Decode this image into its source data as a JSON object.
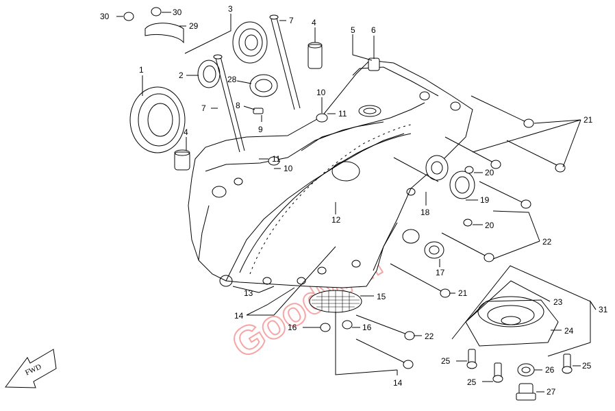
{
  "diagram": {
    "watermark_text": "Goodwill",
    "direction_arrow_text": "FWD",
    "callouts": [
      {
        "id": "c30a",
        "text": "30"
      },
      {
        "id": "c30b",
        "text": "30"
      },
      {
        "id": "c29",
        "text": "29"
      },
      {
        "id": "c3",
        "text": "3"
      },
      {
        "id": "c7a",
        "text": "7"
      },
      {
        "id": "c4a",
        "text": "4"
      },
      {
        "id": "c5",
        "text": "5"
      },
      {
        "id": "c6",
        "text": "6"
      },
      {
        "id": "c1",
        "text": "1"
      },
      {
        "id": "c2",
        "text": "2"
      },
      {
        "id": "c28",
        "text": "28"
      },
      {
        "id": "c10a",
        "text": "10"
      },
      {
        "id": "c11a",
        "text": "11"
      },
      {
        "id": "c8",
        "text": "8"
      },
      {
        "id": "c7b",
        "text": "7"
      },
      {
        "id": "c9",
        "text": "9"
      },
      {
        "id": "c4b",
        "text": "4"
      },
      {
        "id": "c11b",
        "text": "11"
      },
      {
        "id": "c10b",
        "text": "10"
      },
      {
        "id": "c21a",
        "text": "21"
      },
      {
        "id": "c20a",
        "text": "20"
      },
      {
        "id": "c19",
        "text": "19"
      },
      {
        "id": "c18",
        "text": "18"
      },
      {
        "id": "c12",
        "text": "12"
      },
      {
        "id": "c20b",
        "text": "20"
      },
      {
        "id": "c22a",
        "text": "22"
      },
      {
        "id": "c17",
        "text": "17"
      },
      {
        "id": "c13",
        "text": "13"
      },
      {
        "id": "c21b",
        "text": "21"
      },
      {
        "id": "c15",
        "text": "15"
      },
      {
        "id": "c14a",
        "text": "14"
      },
      {
        "id": "c23",
        "text": "23"
      },
      {
        "id": "c31",
        "text": "31"
      },
      {
        "id": "c16a",
        "text": "16"
      },
      {
        "id": "c16b",
        "text": "16"
      },
      {
        "id": "c22b",
        "text": "22"
      },
      {
        "id": "c24",
        "text": "24"
      },
      {
        "id": "c25a",
        "text": "25"
      },
      {
        "id": "c25b",
        "text": "25"
      },
      {
        "id": "c26",
        "text": "26"
      },
      {
        "id": "c25c",
        "text": "25"
      },
      {
        "id": "c14b",
        "text": "14"
      },
      {
        "id": "c27",
        "text": "27"
      }
    ]
  }
}
